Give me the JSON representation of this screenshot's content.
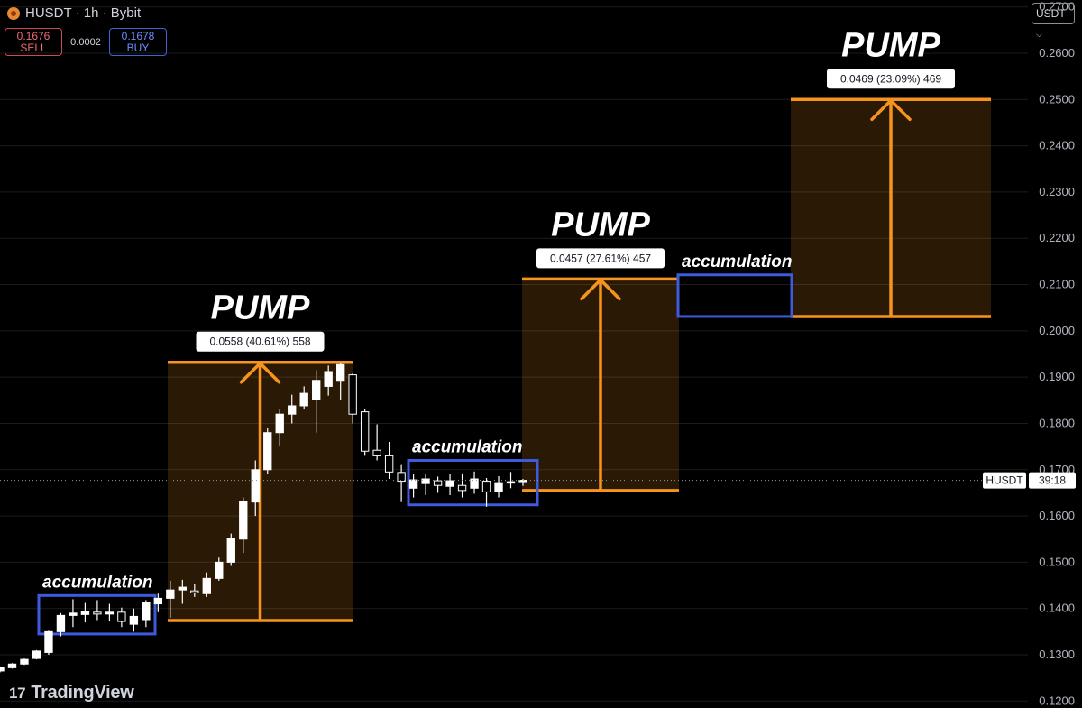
{
  "header": {
    "symbol": "HUSDT",
    "interval": "1h",
    "exchange": "Bybit",
    "title_sep": "·",
    "sell_price": "0.1676",
    "sell_label": "SELL",
    "spread": "0.0002",
    "buy_price": "0.1678",
    "buy_label": "BUY",
    "currency": "USDT",
    "logo_text": "TradingView"
  },
  "colors": {
    "background": "#000000",
    "candle": "#ffffff",
    "pump": "#f7941d",
    "accumulation": "#3d5bdc",
    "grid": "#1c1c1c"
  },
  "chart_data": {
    "type": "candlestick",
    "x_axis": "none",
    "y_axis": {
      "side": "right",
      "ylim": [
        0.1185,
        0.2715
      ],
      "ticks": [
        "0.1200",
        "0.1300",
        "0.1400",
        "0.1500",
        "0.1600",
        "0.1700",
        "0.1800",
        "0.1900",
        "0.2000",
        "0.2100",
        "0.2200",
        "0.2300",
        "0.2400",
        "0.2500",
        "0.2600",
        "0.2700"
      ]
    },
    "grid": true,
    "last_price": {
      "symbol": "HUSDT",
      "value": 0.1677,
      "countdown": "39:18"
    },
    "candles": [
      [
        0.1265,
        0.1275,
        0.1262,
        0.1273
      ],
      [
        0.1272,
        0.1282,
        0.127,
        0.128
      ],
      [
        0.128,
        0.1292,
        0.1278,
        0.129
      ],
      [
        0.1292,
        0.131,
        0.129,
        0.1308
      ],
      [
        0.1305,
        0.1352,
        0.13,
        0.135
      ],
      [
        0.135,
        0.139,
        0.134,
        0.1385
      ],
      [
        0.1385,
        0.142,
        0.136,
        0.139
      ],
      [
        0.1387,
        0.1412,
        0.137,
        0.1393
      ],
      [
        0.1392,
        0.1418,
        0.1375,
        0.1388
      ],
      [
        0.1388,
        0.141,
        0.1372,
        0.1392
      ],
      [
        0.1392,
        0.1402,
        0.136,
        0.1372
      ],
      [
        0.1366,
        0.14,
        0.135,
        0.1383
      ],
      [
        0.1376,
        0.1418,
        0.136,
        0.1412
      ],
      [
        0.141,
        0.1432,
        0.1392,
        0.1422
      ],
      [
        0.1422,
        0.146,
        0.138,
        0.144
      ],
      [
        0.144,
        0.1462,
        0.141,
        0.1446
      ],
      [
        0.1438,
        0.1452,
        0.1425,
        0.1434
      ],
      [
        0.1432,
        0.1478,
        0.1425,
        0.1465
      ],
      [
        0.1465,
        0.151,
        0.146,
        0.15
      ],
      [
        0.15,
        0.1562,
        0.1492,
        0.1552
      ],
      [
        0.155,
        0.164,
        0.152,
        0.1632
      ],
      [
        0.163,
        0.172,
        0.16,
        0.17
      ],
      [
        0.17,
        0.179,
        0.169,
        0.178
      ],
      [
        0.178,
        0.183,
        0.175,
        0.182
      ],
      [
        0.182,
        0.1862,
        0.18,
        0.1838
      ],
      [
        0.1838,
        0.188,
        0.183,
        0.1865
      ],
      [
        0.1852,
        0.1915,
        0.178,
        0.1893
      ],
      [
        0.188,
        0.1925,
        0.186,
        0.1912
      ],
      [
        0.1893,
        0.193,
        0.185,
        0.1927
      ],
      [
        0.1905,
        0.1908,
        0.18,
        0.182
      ],
      [
        0.1825,
        0.183,
        0.173,
        0.174
      ],
      [
        0.1742,
        0.1798,
        0.172,
        0.173
      ],
      [
        0.173,
        0.176,
        0.168,
        0.1695
      ],
      [
        0.1694,
        0.171,
        0.163,
        0.1675
      ],
      [
        0.166,
        0.169,
        0.164,
        0.1678
      ],
      [
        0.167,
        0.169,
        0.1645,
        0.168
      ],
      [
        0.1676,
        0.1685,
        0.165,
        0.1666
      ],
      [
        0.1664,
        0.169,
        0.1645,
        0.1676
      ],
      [
        0.1666,
        0.1692,
        0.164,
        0.1655
      ],
      [
        0.166,
        0.1696,
        0.1648,
        0.168
      ],
      [
        0.1675,
        0.1682,
        0.162,
        0.1652
      ],
      [
        0.1652,
        0.1686,
        0.164,
        0.1672
      ],
      [
        0.1671,
        0.1695,
        0.166,
        0.1674
      ],
      [
        0.1675,
        0.168,
        0.1665,
        0.1677
      ]
    ],
    "measures": [
      {
        "label": "PUMP",
        "measure": "0.0558 (40.61%) 558",
        "from": 0.1374,
        "to": 0.1932
      },
      {
        "label": "PUMP",
        "measure": "0.0457 (27.61%) 457",
        "from": 0.1655,
        "to": 0.2112
      },
      {
        "label": "PUMP",
        "measure": "0.0469 (23.09%) 469",
        "from": 0.2031,
        "to": 0.25
      }
    ],
    "accumulation_label": "accumulation",
    "accumulation_zones": [
      {
        "low": 0.1345,
        "high": 0.1428
      },
      {
        "low": 0.1624,
        "high": 0.172
      },
      {
        "low": 0.2031,
        "high": 0.2121
      }
    ]
  }
}
